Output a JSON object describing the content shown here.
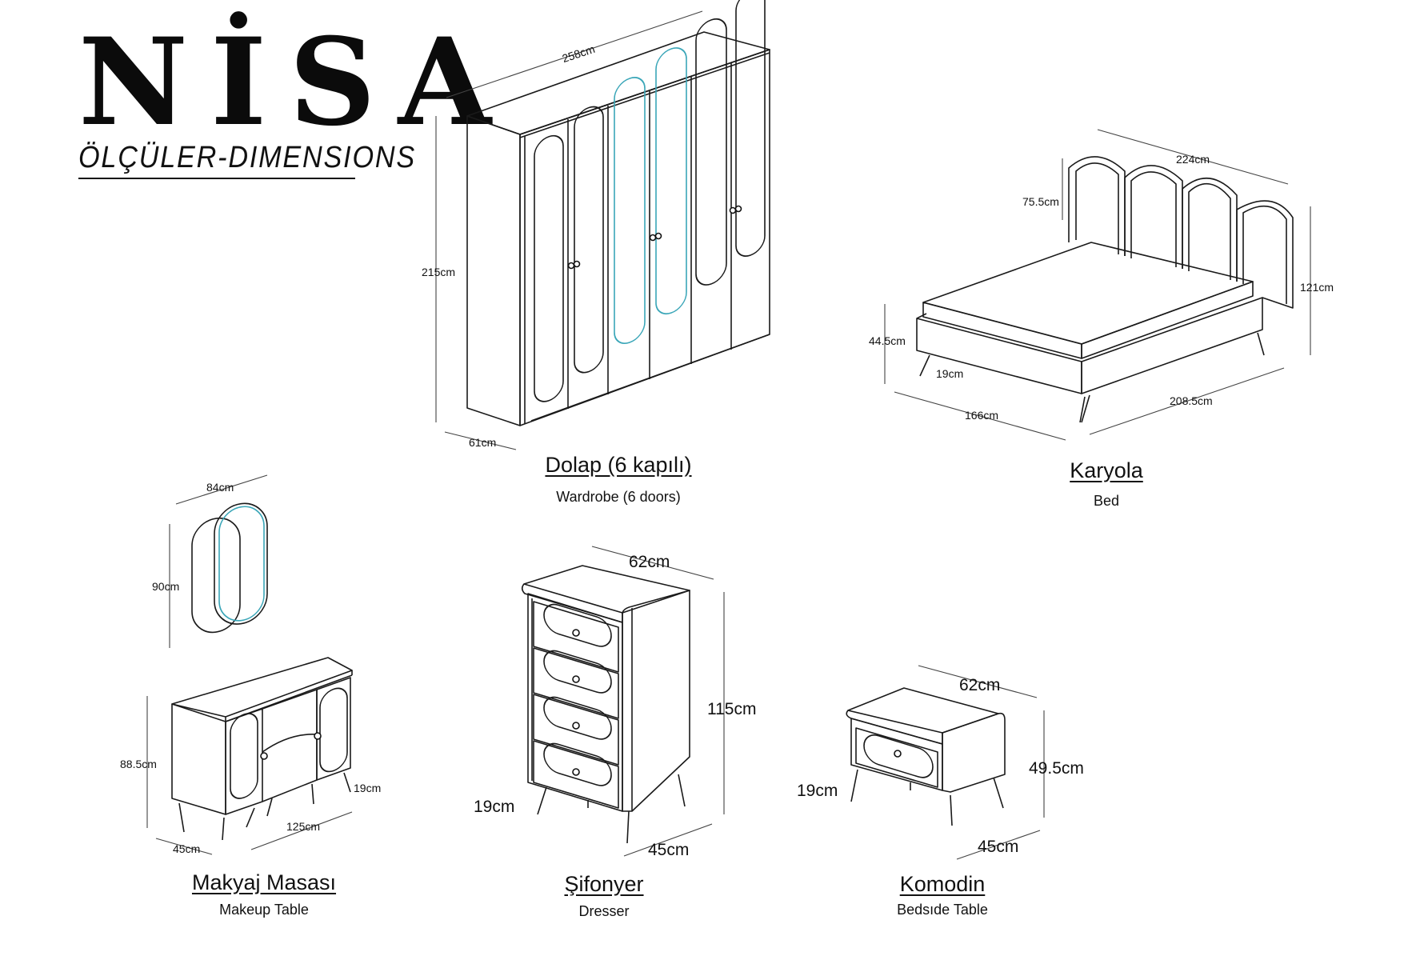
{
  "brand": "NİSA",
  "subtitle": "ÖLÇÜLER-DIMENSIONS",
  "colors": {
    "line": "#1a1a1a",
    "mirror": "#3aa6b8",
    "background": "#ffffff"
  },
  "items": {
    "wardrobe": {
      "title": "Dolap (6 kapılı)",
      "subtitle": "Wardrobe (6 doors)",
      "dims": {
        "width": "258cm",
        "height": "215cm",
        "depth": "61cm"
      }
    },
    "bed": {
      "title": "Karyola",
      "subtitle": "Bed",
      "dims": {
        "headboard_width": "224cm",
        "headboard_height": "75.5cm",
        "total_height": "121cm",
        "frame_height": "44.5cm",
        "leg": "19cm",
        "width": "166cm",
        "length": "208.5cm"
      }
    },
    "makeup_table": {
      "title": "Makyaj Masası",
      "subtitle": "Makeup Table",
      "dims": {
        "mirror_width": "84cm",
        "mirror_height": "90cm",
        "height": "88.5cm",
        "leg": "19cm",
        "width": "125cm",
        "depth": "45cm"
      }
    },
    "dresser": {
      "title": "Şifonyer",
      "subtitle": "Dresser",
      "dims": {
        "width": "62cm",
        "height": "115cm",
        "leg": "19cm",
        "depth": "45cm"
      }
    },
    "bedside": {
      "title": "Komodin",
      "subtitle": "Bedsıde Table",
      "dims": {
        "width": "62cm",
        "height": "49.5cm",
        "leg": "19cm",
        "depth": "45cm"
      }
    }
  }
}
